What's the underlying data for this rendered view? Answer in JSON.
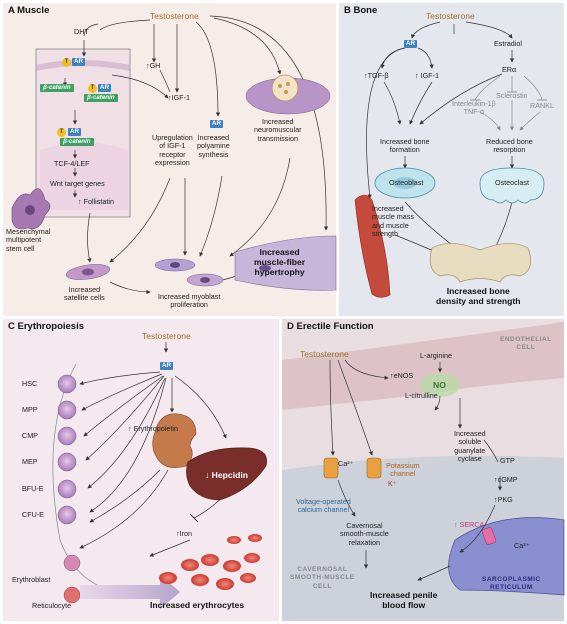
{
  "panel_a": {
    "title": "A  Muscle",
    "testosterone": "Testosterone",
    "dht": "DHT",
    "t": "T",
    "ar": "AR",
    "beta_catenin": "β-catenin",
    "tcf": "TCF-4/LEF",
    "wnt": "Wnt target genes",
    "follistatin": "↑ Follistatin",
    "msc": "Mesenchymal\nmultipotent\nstem cell",
    "gh": "↑GH",
    "igf1": "↑IGF-1",
    "upreg": "Upregulation\nof IGF-1\nreceptor\nexpression",
    "polyamine": "Increased\npolyamine\nsynthesis",
    "nmt": "Increased\nneuromuscular\ntransmission",
    "satellite": "Increased\nsatellite cells",
    "myoblast": "Increased myoblast\nproliferation",
    "hypertrophy": "Increased\nmuscle-fiber\nhypertrophy"
  },
  "panel_b": {
    "title": "B  Bone",
    "testosterone": "Testosterone",
    "ar": "AR",
    "estradiol": "Estradiol",
    "er": "ERα",
    "tgf": "↑TGF-β",
    "igf1": "↑ IGF-1",
    "sclerostin": "Sclerostin",
    "il": "Interleukin-1β\nTNF-α",
    "rankl": "RANKL",
    "formation": "Increased bone\nformation",
    "resorption": "Reduced bone\nresorption",
    "osteoblast": "Osteoblast",
    "osteoclast": "Osteoclast",
    "muscle_mass": "Increased\nmuscle mass\nand muscle\nstrength",
    "density": "Increased bone\ndensity and strength"
  },
  "panel_c": {
    "title": "C  Erythropoiesis",
    "testosterone": "Testosterone",
    "ar": "AR",
    "cells": [
      "HSC",
      "MPP",
      "CMP",
      "MEP",
      "BFU-E",
      "CFU-E"
    ],
    "erythroblast": "Erythroblast",
    "reticulocyte": "Reticulocyte",
    "epo": "↑ Erythropoietin",
    "hepcidin": "↓ Hepcidin",
    "iron": "↑Iron",
    "result": "Increased erythrocytes"
  },
  "panel_d": {
    "title": "D  Erectile Function",
    "testosterone": "Testosterone",
    "endothelial": "ENDOTHELIAL\nCELL",
    "arginine": "L-arginine",
    "enos": "↑eNOS",
    "no": "NO",
    "citrulline": "L-citrulline",
    "ca": "Ca²⁺",
    "k": "K⁺",
    "potassium": "Potassium\nchannel",
    "vocc": "Voltage-operated\ncalcium channel",
    "guanylate": "Increased\nsoluble\nguanylate\ncyclase",
    "gtp": "GTP",
    "cgmp": "↑cGMP",
    "pkg": "↑PKG",
    "serca": "↑ SERCA",
    "ca2": "Ca²⁺",
    "relax": "Cavernosal\nsmooth-muscle\nrelaxation",
    "csm": "CAVERNOSAL\nSMOOTH-MUSCLE\nCELL",
    "sr": "SARCOPLASMIC\nRETICULUM",
    "result": "Increased penile\nblood flow"
  },
  "colors": {
    "testosterone": "#a0702a",
    "ar": "#3b82c4",
    "beta_catenin": "#3ea061",
    "t_circle": "#f0c020",
    "panel_a_bg": "#f6ece8",
    "panel_b_bg": "#e4e8ee",
    "panel_c_bg": "#f3e9ee",
    "panel_d_bg": "#e8dde0"
  }
}
